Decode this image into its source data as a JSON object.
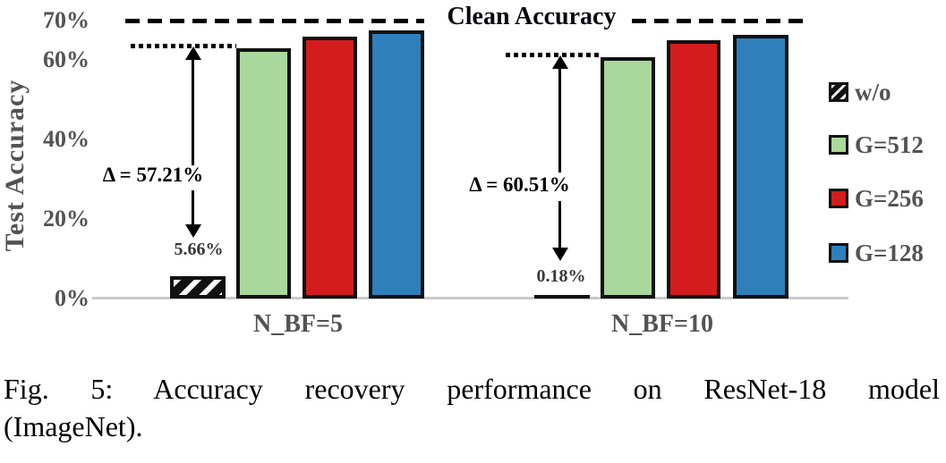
{
  "figure_caption": {
    "line1": "Fig. 5: Accuracy recovery performance on ResNet-18 model",
    "line2": "(ImageNet)."
  },
  "chart_data": {
    "type": "bar",
    "title": "",
    "xlabel": "",
    "ylabel": "Test Accuracy",
    "categories": [
      "N_BF=5",
      "N_BF=10"
    ],
    "series": [
      {
        "name": "w/o",
        "style": "hatched",
        "values": [
          5.66,
          0.18
        ],
        "value_labels": [
          "5.66%",
          "0.18%"
        ]
      },
      {
        "name": "G=512",
        "color_hex": "#A9D79C",
        "values": [
          62.87,
          60.69
        ]
      },
      {
        "name": "G=256",
        "color_hex": "#D41C1C",
        "values": [
          65.8,
          65.0
        ]
      },
      {
        "name": "G=128",
        "color_hex": "#2E7FBC",
        "values": [
          67.4,
          66.3
        ]
      }
    ],
    "clean_line": {
      "label": "Clean Accuracy",
      "value": 70,
      "style": "dashed"
    },
    "annotations": [
      {
        "category": "N_BF=5",
        "text": "Δ = 57.21%"
      },
      {
        "category": "N_BF=10",
        "text": "Δ = 60.51%"
      }
    ],
    "yticks": [
      "70%",
      "60%",
      "40%",
      "20%",
      "0%"
    ],
    "ytick_values": [
      70,
      60,
      40,
      20,
      0
    ],
    "ylim": [
      0,
      72
    ],
    "grid": false,
    "legend_position": "right"
  }
}
